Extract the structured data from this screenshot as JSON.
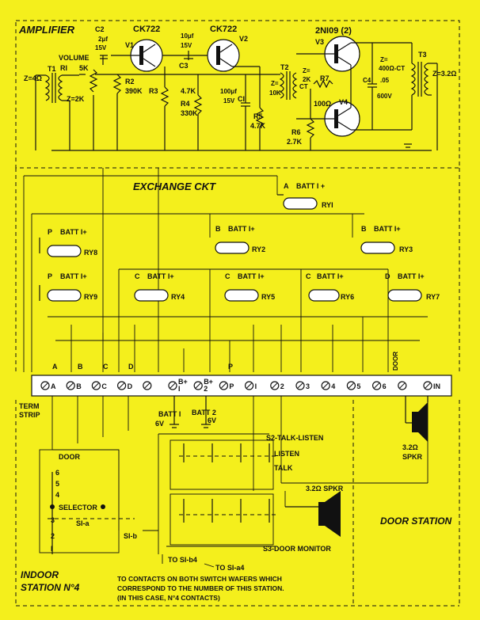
{
  "sections": {
    "amplifier": "AMPLIFIER",
    "exchange": "EXCHANGE CKT",
    "door_station": "DOOR STATION",
    "indoor_station_line1": "INDOOR",
    "indoor_station_line2": "STATION N°4"
  },
  "transistors": [
    {
      "type": "CK722",
      "ref": "V1"
    },
    {
      "type": "CK722",
      "ref": "V2"
    },
    {
      "type": "2NI09 (2)",
      "ref": "V3"
    },
    {
      "ref": "V4"
    }
  ],
  "components": {
    "t1": "T1",
    "t1_primary": "Z=4Ω",
    "t1_secondary": "Z=2K",
    "r1": "RI",
    "r1_val": "5K",
    "volume": "VOLUME",
    "c2": "C2",
    "c2_val1": "2μf",
    "c2_val2": "15V",
    "r2": "R2",
    "r2_val": "390K",
    "c3_val1": "10μf",
    "c3_val2": "15V",
    "c3": "C3",
    "r3": "R3",
    "r4_val_a": "4.7K",
    "r4": "R4",
    "r4_val": "330K",
    "c1_val1": "100μf",
    "c1_val2": "15V",
    "c1": "CI",
    "r5": "R5",
    "r5_val": "4.7K",
    "t2": "T2",
    "t2_z": "Z=",
    "t2_zval": "10K",
    "t2_sec_z": "Z=",
    "t2_sec_val": "2K",
    "t2_ct": "CT",
    "r7": "R7",
    "r7_val": "100Ω",
    "r6": "R6",
    "r6_val": "2.7K",
    "c4": "C4",
    "c4_val1": ".05",
    "c4_val2": "600V",
    "t3_z1": "Z=",
    "t3_z2": "400Ω-CT",
    "t3": "T3",
    "t3_sec": "Z=3.2Ω"
  },
  "relays": [
    {
      "contact": "A",
      "batt": "BATT I +",
      "name": "RYI"
    },
    {
      "contact": "P",
      "batt": "BATT I+",
      "name": "RY8"
    },
    {
      "contact": "B",
      "batt": "BATT I+",
      "name": "RY2"
    },
    {
      "contact": "B",
      "batt": "BATT I+",
      "name": "RY3"
    },
    {
      "contact": "P",
      "batt": "BATT I+",
      "name": "RY9"
    },
    {
      "contact": "C",
      "batt": "BATT I+",
      "name": "RY4"
    },
    {
      "contact": "C",
      "batt": "BATT I+",
      "name": "RY5"
    },
    {
      "contact": "C",
      "batt": "BATT I+",
      "name": "RY6"
    },
    {
      "contact": "D",
      "batt": "BATT I+",
      "name": "RY7"
    }
  ],
  "top_tags": [
    "A",
    "B",
    "C",
    "D",
    "P",
    "DOOR"
  ],
  "terminals": [
    "A",
    "B",
    "C",
    "D",
    "",
    "B+\nI",
    "B+\n2",
    "P",
    "I",
    "2",
    "3",
    "4",
    "5",
    "6",
    "",
    "IN"
  ],
  "term_strip_1": "TERM",
  "term_strip_2": "STRIP",
  "batteries": [
    {
      "name": "BATT I",
      "volts": "6V"
    },
    {
      "name": "BATT 2",
      "volts": "6V"
    }
  ],
  "switches": {
    "s2": "S2-TALK-LISTEN",
    "listen": "LISTEN",
    "talk": "TALK",
    "s3": "S3-DOOR MONITOR",
    "door": "DOOR",
    "selector": "SELECTOR",
    "s1a": "SI-a",
    "s1b": "SI-b",
    "positions": [
      "6",
      "5",
      "4",
      "3",
      "2",
      "I"
    ]
  },
  "speakers": {
    "door_spkr_val": "3.2Ω",
    "door_spkr": "SPKR",
    "indoor_spkr": "3.2Ω SPKR"
  },
  "notes": {
    "to_s1b4": "TO SI-b4",
    "to_s1a4": "TO SI-a4",
    "line1": "TO CONTACTS ON BOTH SWITCH WAFERS WHICH",
    "line2": "CORRESPOND TO THE NUMBER OF THIS STATION.",
    "line3": "(IN THIS CASE, N°4 CONTACTS)"
  },
  "colors": {
    "background": "#f4ef1c",
    "ink": "#111111",
    "white": "#ffffff"
  }
}
